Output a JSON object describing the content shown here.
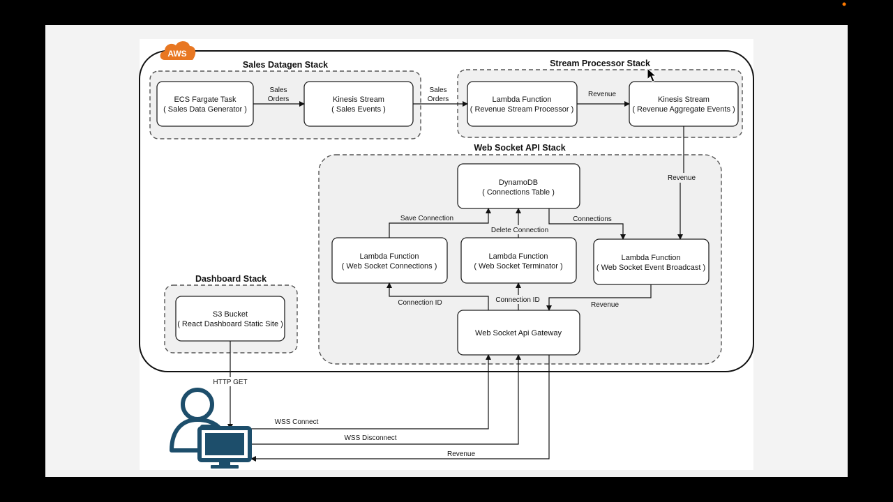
{
  "aws_badge": "AWS",
  "stacks": {
    "sales_datagen": "Sales Datagen Stack",
    "stream_processor": "Stream Processor Stack",
    "websocket_api": "Web Socket API Stack",
    "dashboard": "Dashboard Stack"
  },
  "nodes": {
    "ecs": [
      "ECS Fargate Task",
      "( Sales Data Generator )"
    ],
    "kinesis_sales": [
      "Kinesis Stream",
      "( Sales Events )"
    ],
    "lambda_rsp": [
      "Lambda Function",
      "( Revenue Stream Processor )"
    ],
    "kinesis_rev": [
      "Kinesis Stream",
      "( Revenue Aggregate Events )"
    ],
    "dynamodb": [
      "DynamoDB",
      "( Connections Table )"
    ],
    "lambda_wsc": [
      "Lambda Function",
      "( Web Socket Connections )"
    ],
    "lambda_wst": [
      "Lambda Function",
      "( Web Socket Terminator )"
    ],
    "lambda_wseb": [
      "Lambda Function",
      "( Web Socket Event Broadcast )"
    ],
    "apigw": [
      "Web Socket Api Gateway"
    ],
    "s3": [
      "S3 Bucket",
      "( React Dashboard Static Site )"
    ]
  },
  "edges": {
    "sales_orders_1": [
      "Sales",
      "Orders"
    ],
    "sales_orders_2": [
      "Sales",
      "Orders"
    ],
    "revenue_1": "Revenue",
    "revenue_2": "Revenue",
    "save_connection": "Save Connection",
    "delete_connection": "Delete Connection",
    "connections": "Connections",
    "connection_id_1": "Connection ID",
    "connection_id_2": "Connection ID",
    "revenue_3": "Revenue",
    "http_get": "HTTP GET",
    "wss_connect": "WSS Connect",
    "wss_disconnect": "WSS Disconnect",
    "revenue_4": "Revenue"
  },
  "colors": {
    "aws_orange": "#E87722",
    "user_icon": "#1d4e6b",
    "cursor_dot": "#ff7a00"
  },
  "icons": [
    "aws-cloud-icon",
    "user-icon",
    "monitor-icon",
    "cursor-icon"
  ]
}
